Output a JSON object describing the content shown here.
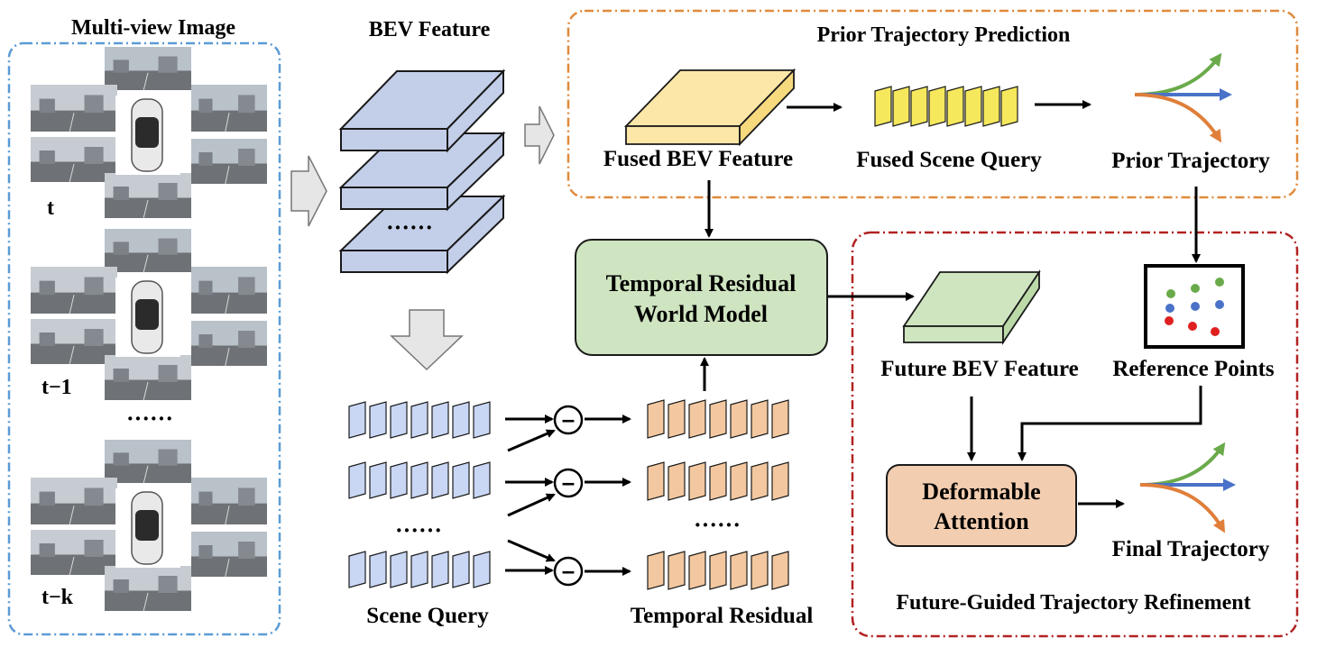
{
  "titles": {
    "multiview": "Multi-view Image",
    "bev": "BEV Feature",
    "prior_section": "Prior Trajectory Prediction",
    "refine_section": "Future-Guided Trajectory Refinement"
  },
  "time_labels": [
    "t",
    "t−1",
    "t−k"
  ],
  "ellipsis": "······",
  "labels": {
    "fused_bev": "Fused BEV Feature",
    "fused_scene_query": "Fused Scene Query",
    "prior_trajectory": "Prior Trajectory",
    "future_bev": "Future BEV Feature",
    "reference_points": "Reference Points",
    "final_trajectory": "Final Trajectory",
    "scene_query": "Scene Query",
    "temporal_residual": "Temporal Residual"
  },
  "boxes": {
    "world_model_line1": "Temporal Residual",
    "world_model_line2": "World Model",
    "deformable_line1": "Deformable",
    "deformable_line2": "Attention"
  },
  "minus_symbol": "–",
  "colors": {
    "multiview_border": "#5b9bd5",
    "prior_border": "#e08a3c",
    "refine_border": "#b22222",
    "bev_layer": "#c3cee9",
    "fused_bev": "#fde7a8",
    "fused_query": "#f5e85c",
    "future_bev": "#cfe5c0",
    "scene_query": "#c9d7f5",
    "temporal_residual": "#f3c8a0",
    "world_model_box": "#cfe4c0",
    "deformable_box": "#f3cdb0",
    "traj_green": "#6aaa4a",
    "traj_blue": "#4a72c8",
    "traj_orange": "#e07f3a"
  }
}
